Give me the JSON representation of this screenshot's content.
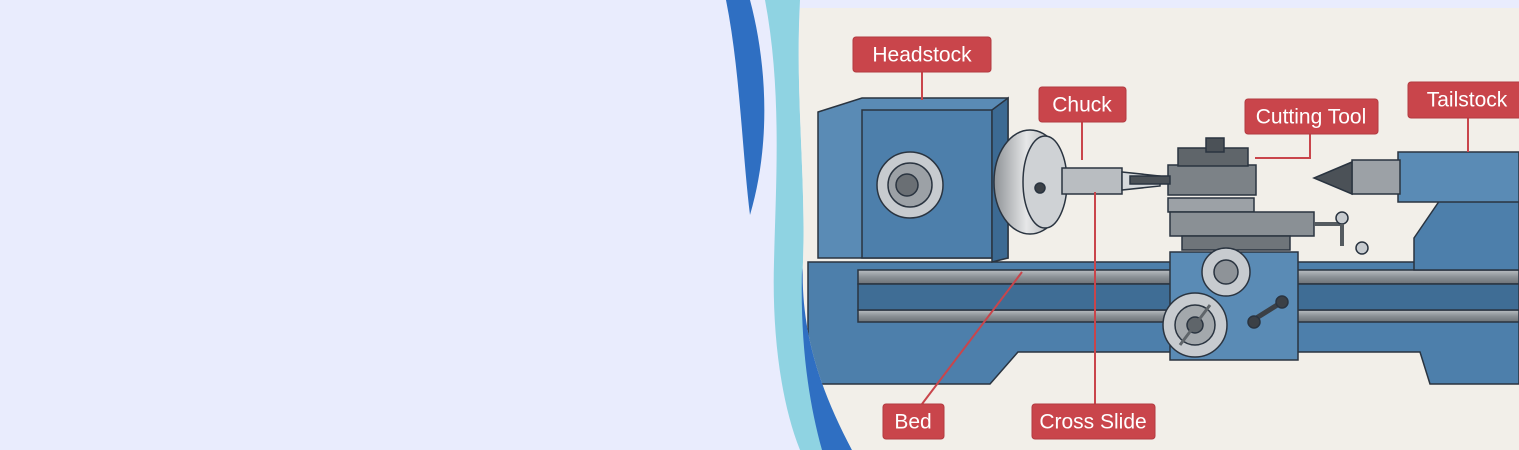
{
  "labels": {
    "headstock": "Headstock",
    "chuck": "Chuck",
    "cutting_tool": "Cutting Tool",
    "tailstock": "Tailstock",
    "bed": "Bed",
    "cross_slide": "Cross Slide"
  },
  "colors": {
    "page_background": "#e9ecfd",
    "diagram_background": "#f2efe9",
    "machine_blue": "#4d7fab",
    "callout_red": "#c9454b",
    "wave_dark_blue": "#2f6fc2",
    "wave_light_blue": "#8fd3e2"
  }
}
